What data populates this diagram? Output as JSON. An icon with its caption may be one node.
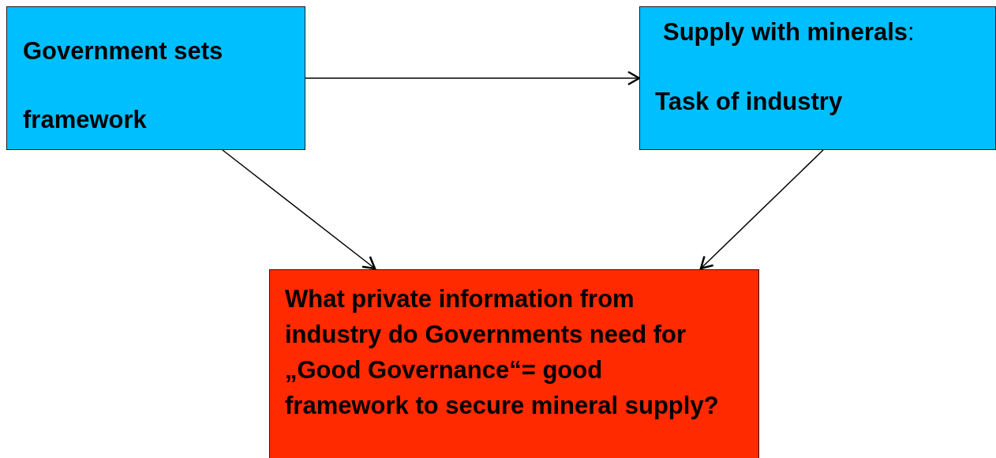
{
  "diagram": {
    "nodes": [
      {
        "text": [
          "Government sets framework"
        ]
      },
      {
        "text": [
          "**Supply with minerals**:",
          "Task of industry"
        ]
      },
      {
        "text": [
          "What private information from industry do Governments need for „Good Governance“= good framework to secure mineral supply?"
        ]
      }
    ],
    "edges": [
      {
        "from": 0,
        "to": 1,
        "arrow": "to"
      },
      {
        "from": 0,
        "to": 2,
        "arrow": "to"
      },
      {
        "from": 1,
        "to": 2,
        "arrow": "to"
      }
    ]
  }
}
